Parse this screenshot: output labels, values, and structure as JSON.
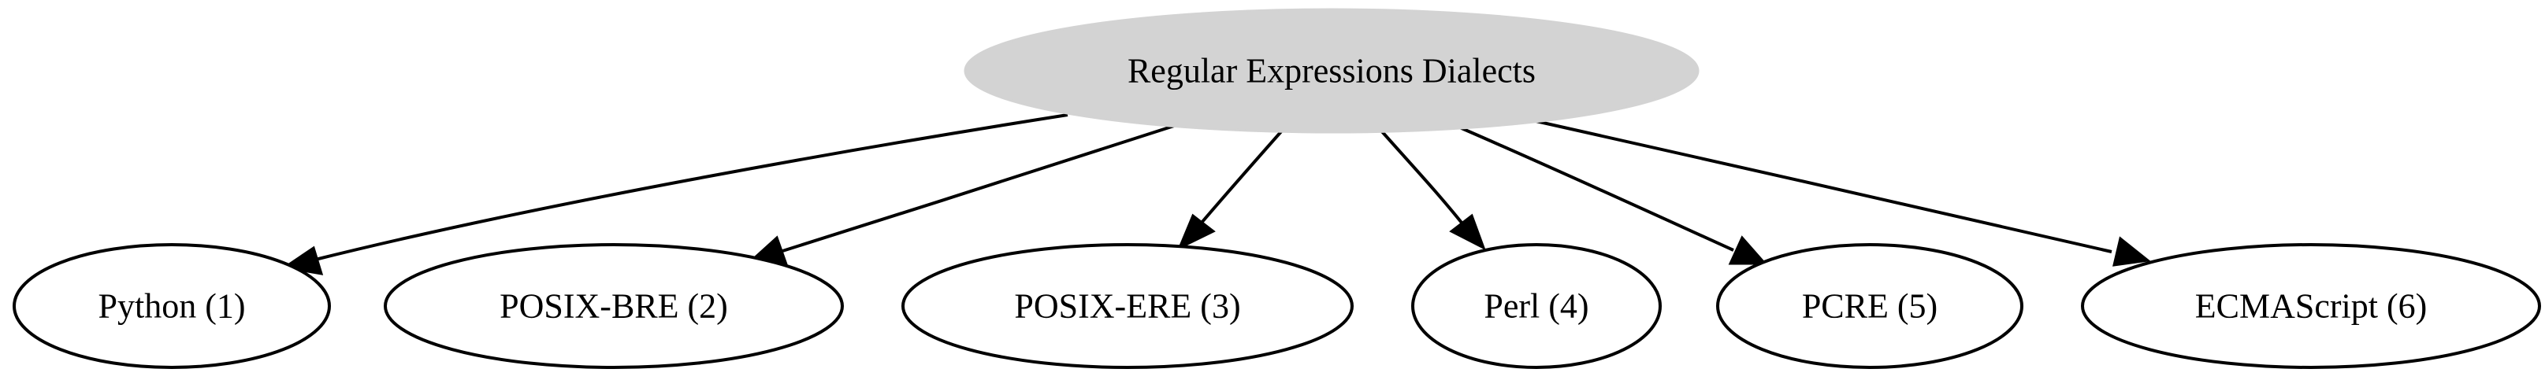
{
  "diagram": {
    "root": {
      "label": "Regular Expressions Dialects",
      "fill": "#d3d3d3"
    },
    "children": [
      {
        "label": "Python (1)"
      },
      {
        "label": "POSIX-BRE (2)"
      },
      {
        "label": "POSIX-ERE (3)"
      },
      {
        "label": "Perl (4)"
      },
      {
        "label": "PCRE (5)"
      },
      {
        "label": "ECMAScript (6)"
      }
    ],
    "node_fill": "#ffffff",
    "stroke_color": "#000000"
  }
}
